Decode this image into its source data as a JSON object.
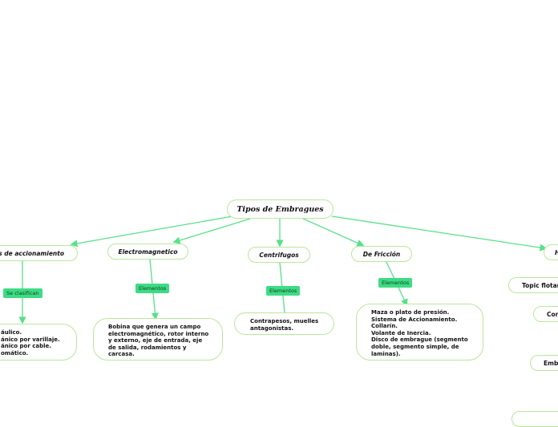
{
  "colors": {
    "line": "#55e08a",
    "border": "#b7e89a",
    "tag_bg": "#3ddc84"
  },
  "root": {
    "label": "Tipos de Embragues"
  },
  "branches": [
    {
      "title": "as de accionamiento",
      "tag": "Se clasifican",
      "content": "áulico.\nánico por varillaje.\nánico por cable.\nomático."
    },
    {
      "title": "Electromagnetico",
      "tag": "Elementos",
      "content": "Bobina que genera un campo\nelectromagnético, rotor interno\ny externo, eje de entrada, eje\nde salida, rodamientos y\ncarcasa."
    },
    {
      "title": "Centrifugos",
      "tag": "Elementos",
      "content": "Contrapesos, muelles\nantagonistas."
    },
    {
      "title": "De Fricción",
      "tag": "Elementos",
      "content": "Maza o plato de presión.\nSistema de Accionamiento.\nCollarín.\nVolante de Inercia.\nDisco de embrague (segmento\ndoble, segmento simple, de\nlaminas)."
    },
    {
      "title": "H"
    }
  ],
  "right_topics": [
    {
      "label": "Topic flotan"
    },
    {
      "label": "Con"
    },
    {
      "label": "Embr"
    }
  ]
}
